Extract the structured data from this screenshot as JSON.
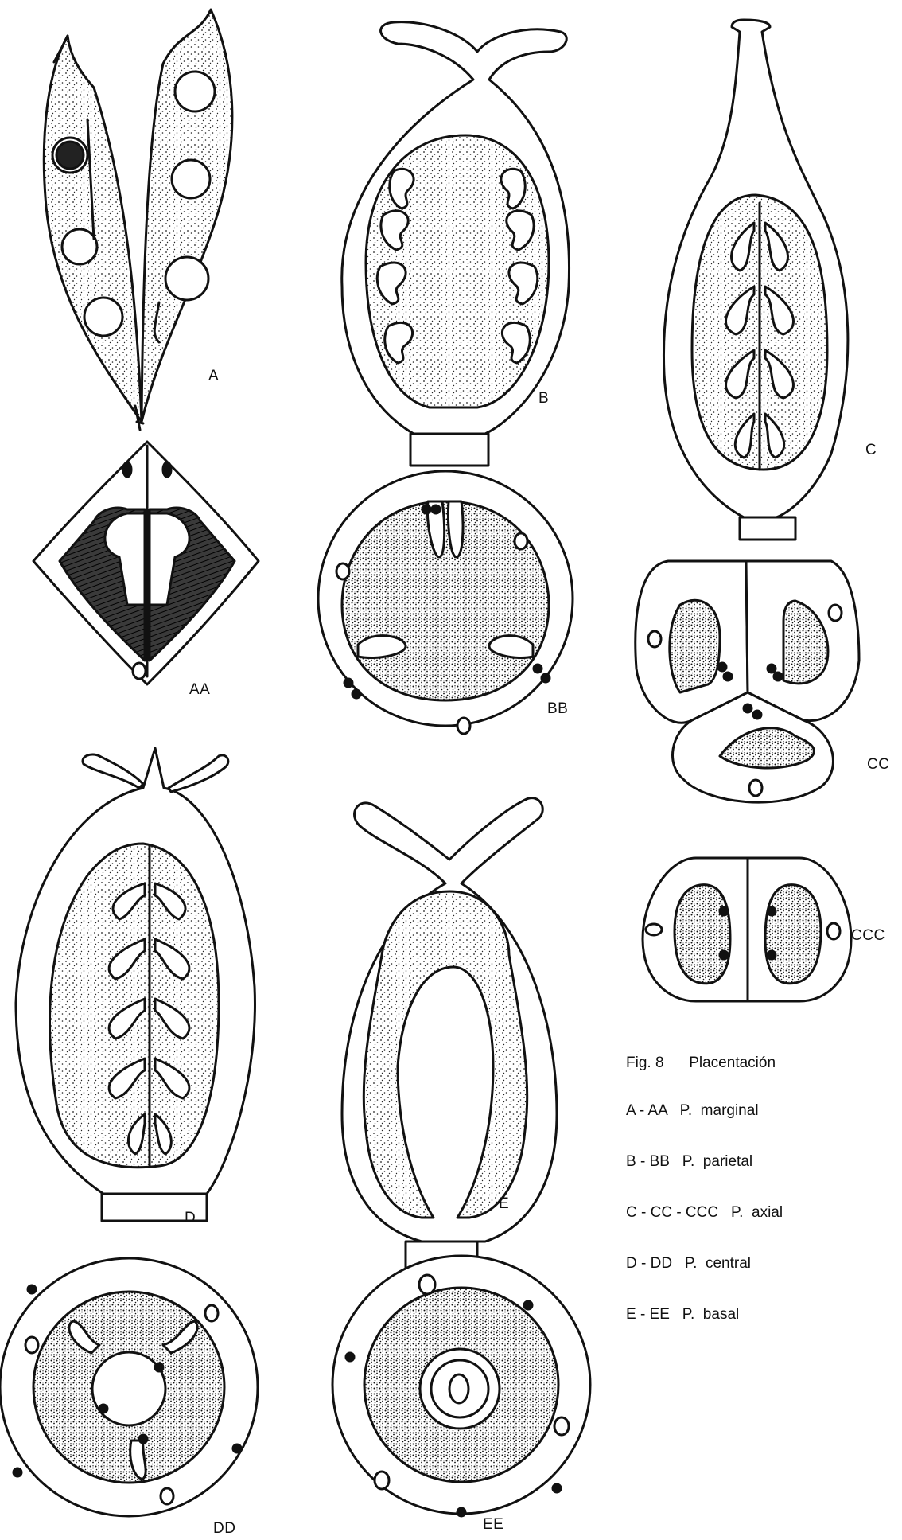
{
  "panels": {
    "A": "A",
    "AA": "AA",
    "B": "B",
    "BB": "BB",
    "C": "C",
    "CC": "CC",
    "CCC": "CCC",
    "D": "D",
    "DD": "DD",
    "E": "E",
    "EE": "EE"
  },
  "legend": {
    "fig_number": "Fig. 8",
    "title": "Placentación",
    "items": [
      {
        "code": "A - AA",
        "text": "P.  marginal"
      },
      {
        "code": "B - BB",
        "text": "P.  parietal"
      },
      {
        "code": "C - CC - CCC",
        "text": "P.  axial"
      },
      {
        "code": "D - DD",
        "text": "P.  central"
      },
      {
        "code": "E - EE",
        "text": "P.  basal"
      }
    ]
  }
}
